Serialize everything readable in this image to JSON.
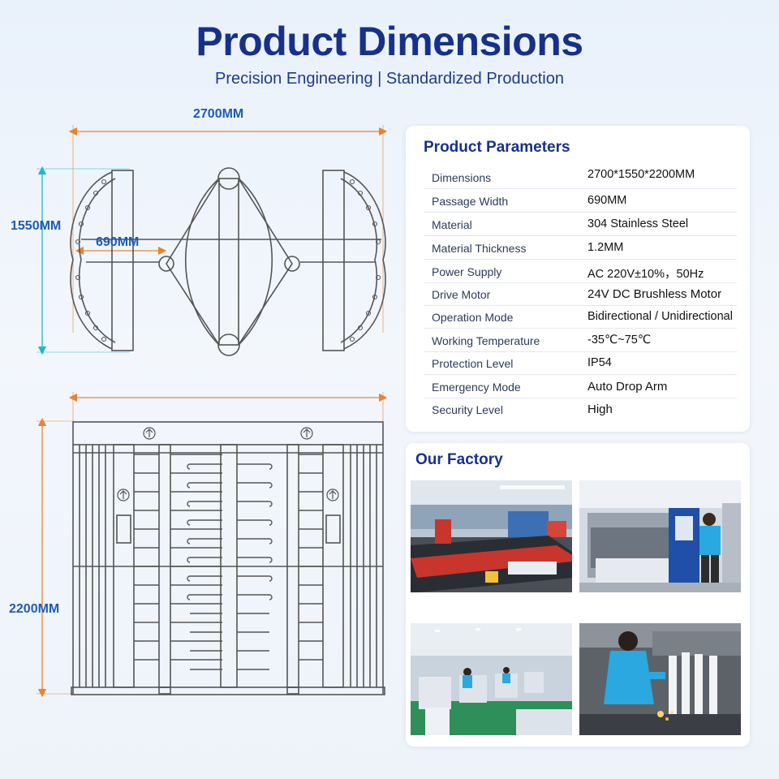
{
  "header": {
    "title": "Product Dimensions",
    "subtitle": "Precision Engineering | Standardized Production"
  },
  "drawing": {
    "top_view": {
      "width_label": "2700MM",
      "depth_label": "1550MM",
      "passage_label": "690MM"
    },
    "front_view": {
      "height_label": "2200MM"
    },
    "line_color": "#555555",
    "dimension_color": "#e8832f",
    "depth_dimension_color": "#23b7c9"
  },
  "parameters": {
    "title": "Product Parameters",
    "rows": [
      {
        "name": "Dimensions",
        "value": "2700*1550*2200MM"
      },
      {
        "name": "Passage Width",
        "value": "690MM"
      },
      {
        "name": "Material",
        "value": "304 Stainless Steel"
      },
      {
        "name": "Material Thickness",
        "value": "1.2MM"
      },
      {
        "name": "Power Supply",
        "value": "AC 220V±10%，50Hz"
      },
      {
        "name": "Drive Motor",
        "value": "24V DC Brushless Motor"
      },
      {
        "name": "Operation Mode",
        "value": "Bidirectional / Unidirectional"
      },
      {
        "name": "Working Temperature",
        "value": "-35℃~75℃"
      },
      {
        "name": "Protection Level",
        "value": "IP54"
      },
      {
        "name": "Emergency Mode",
        "value": "Auto Drop Arm"
      },
      {
        "name": "Security Level",
        "value": "High"
      }
    ]
  },
  "factory": {
    "title": "Our Factory",
    "photos": [
      "laser-cutting-machine-photo",
      "laser-cutter-worker-photo",
      "assembly-line-photo",
      "welding-worker-photo"
    ]
  },
  "colors": {
    "title_blue": "#17318a",
    "dimension_label_blue": "#1e5ab8"
  }
}
